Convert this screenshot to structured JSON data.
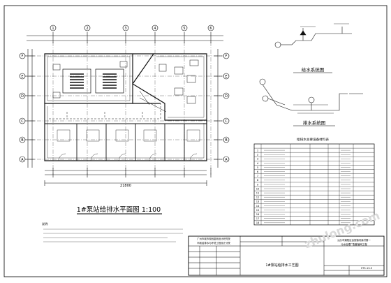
{
  "plan": {
    "title": "1#泵站给排水平面图 1:100",
    "axis_top": [
      "1",
      "2",
      "3",
      "4",
      "5",
      "6"
    ],
    "axis_left": [
      "F",
      "E",
      "D",
      "C",
      "B",
      "A"
    ],
    "axis_right": [
      "F",
      "E",
      "D",
      "C",
      "B",
      "A"
    ],
    "overall_dim": "21800"
  },
  "supply_system": {
    "title": "给水系统图"
  },
  "drain_system": {
    "title": "排水系统图"
  },
  "equipment_table": {
    "title": "给排水主要设备材料表",
    "rows": [
      "1",
      "2",
      "3",
      "4",
      "5",
      "6",
      "7",
      "8",
      "9",
      "10",
      "11",
      "12",
      "13",
      "14",
      "15",
      "16",
      "17",
      "18"
    ]
  },
  "notes": {
    "heading": "说明:"
  },
  "title_block": {
    "company_line1": "广州市城市规划勘测设计研究院",
    "company_line2": "市政给排水与环境工程设计分院",
    "project_line1": "汕头市潮阳区谷饶镇河溪村第一",
    "project_line2": "污水处理厂配套管网工程",
    "drawing_name": "1#泵站给排水工艺图",
    "sheet_no": "ST5-13-5"
  },
  "watermark": "zhulong.com"
}
